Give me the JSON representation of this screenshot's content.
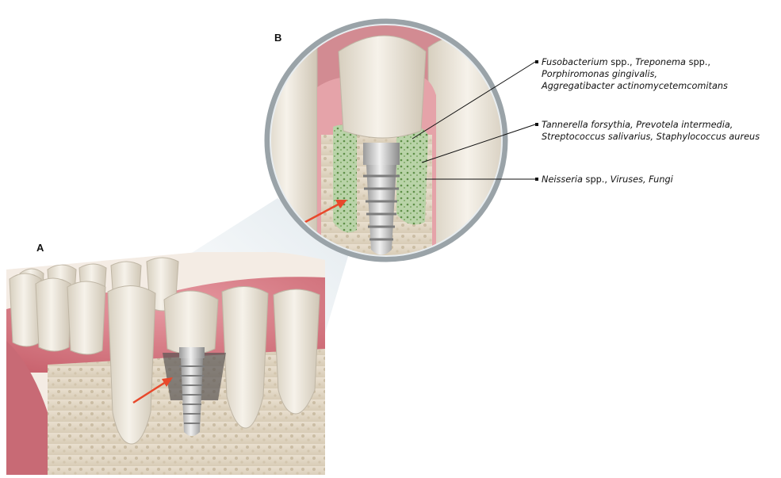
{
  "figure": {
    "panel_a_label": "A",
    "panel_b_label": "B"
  },
  "annotations": [
    {
      "lines": [
        [
          {
            "t": "Fusobacterium",
            "u": false
          },
          {
            "t": " spp., ",
            "u": true
          },
          {
            "t": "Treponema",
            "u": false
          },
          {
            "t": " spp.,",
            "u": true
          }
        ],
        [
          {
            "t": "Porphiromonas gingivalis,",
            "u": false
          }
        ],
        [
          {
            "t": "Aggregatibacter actinomycetemcomitans",
            "u": false
          }
        ]
      ]
    },
    {
      "lines": [
        [
          {
            "t": "Tannerella forsythia, Prevotela intermedia,",
            "u": false
          }
        ],
        [
          {
            "t": "Streptococcus salivarius, Staphylococcus aureus",
            "u": false
          }
        ]
      ]
    },
    {
      "lines": [
        [
          {
            "t": "Neisseria",
            "u": false
          },
          {
            "t": " spp., ",
            "u": true
          },
          {
            "t": "Viruses, Fungi",
            "u": false
          }
        ]
      ]
    }
  ],
  "colors": {
    "gum": "#d9808a",
    "gum_dark": "#b85a66",
    "tooth": "#ece6da",
    "bone": "#e6dccb",
    "implant": "#c9c9c9",
    "bacteria": "#7fa86a",
    "arrow": "#e8482b",
    "leader": "#111111"
  }
}
